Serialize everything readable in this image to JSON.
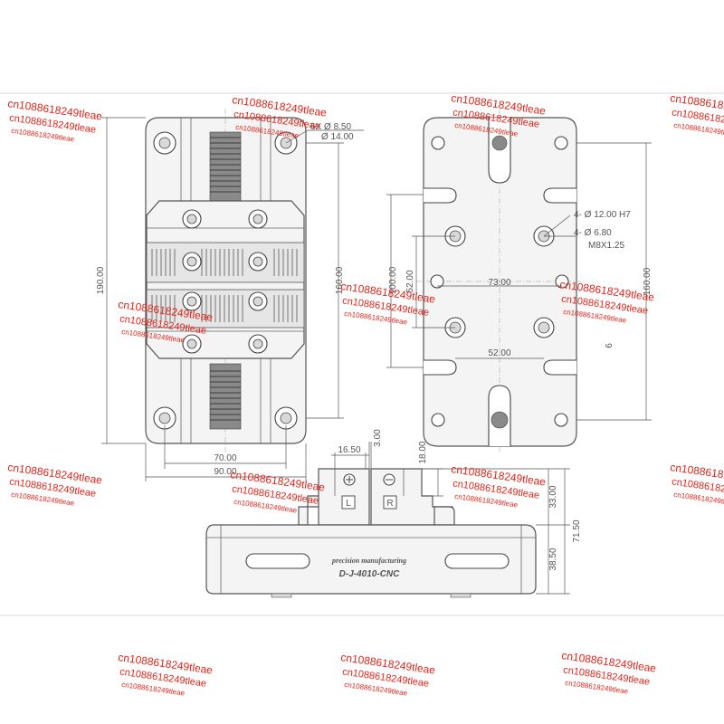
{
  "drawing": {
    "front_view": {
      "dim_height_total": "190.00",
      "dim_height_inner": "160.00",
      "dim_width_inner": "70.00",
      "dim_width_total": "90.00",
      "hole_callout_1": "6X  Ø  8.50",
      "hole_callout_2": "Ø  14.00"
    },
    "bottom_view": {
      "dim_height": "160.00",
      "dim_inner_height": "100.00",
      "dim_inner_half": "52.00",
      "dim_center_width": "73.00",
      "dim_lower_width": "52.00",
      "callout_bore": "4-  Ø  12.00  H7",
      "callout_thread_1": "4-  Ø  6.80",
      "callout_thread_2": "M8X1.25",
      "dim_small_right": "6"
    },
    "side_view": {
      "dim_jaw_width": "16.50",
      "dim_gap": "3.00",
      "dim_step": "18.00",
      "dim_upper": "33.00",
      "dim_lower": "38.50",
      "dim_total": "71.50",
      "jaw_mark_left": "L",
      "jaw_mark_right": "R",
      "engraving_1": "precision manufacturing",
      "engraving_2": "D-J-4010-CNC"
    }
  },
  "watermark": {
    "line_1": "cn1088618249tleae",
    "line_2": "cn1088618249tleae",
    "line_3": "cn1088618249tleae",
    "color": "#e0251b"
  }
}
